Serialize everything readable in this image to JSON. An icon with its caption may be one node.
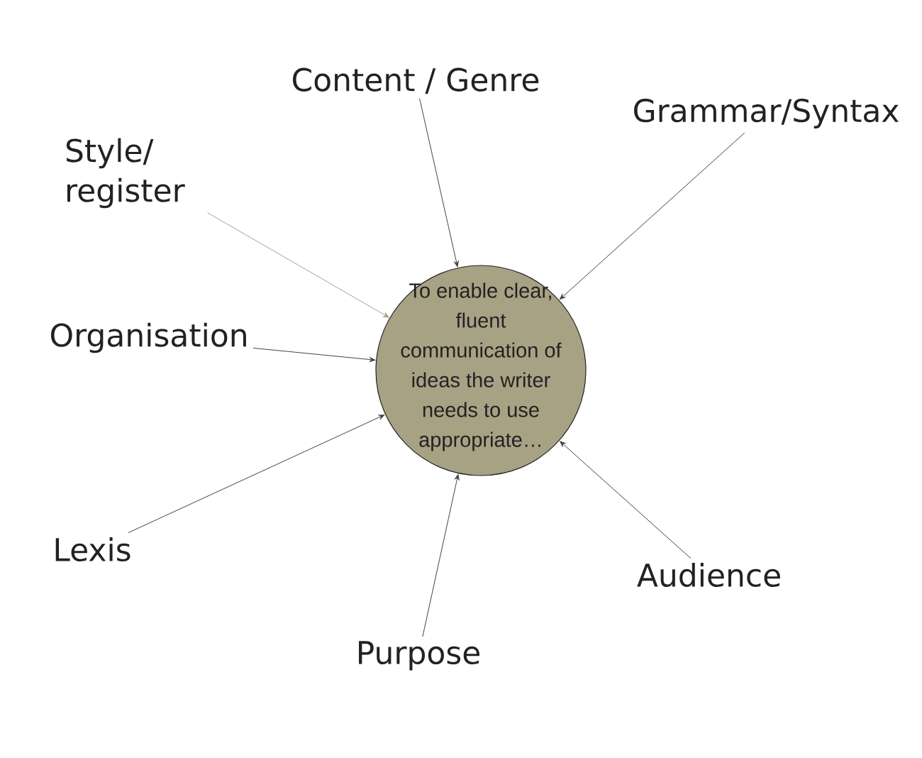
{
  "diagram": {
    "nodes": [
      {
        "text": [
          "To enable clear, fluent communication of ideas the writer needs to use appropriate…"
        ]
      },
      {
        "text": [
          "Content / Genre"
        ]
      },
      {
        "text": [
          "Grammar/Syntax"
        ]
      },
      {
        "text": [
          "Style/ register"
        ]
      },
      {
        "text": [
          "Organisation"
        ]
      },
      {
        "text": [
          "Lexis"
        ]
      },
      {
        "text": [
          "Audience"
        ]
      },
      {
        "text": [
          "Purpose"
        ]
      }
    ],
    "edges": [
      {
        "from": 1,
        "to": 0,
        "arrow": "to"
      },
      {
        "from": 2,
        "to": 0,
        "arrow": "to"
      },
      {
        "from": 3,
        "to": 0,
        "arrow": "to",
        "color": "#a3a38a"
      },
      {
        "from": 4,
        "to": 0,
        "arrow": "to"
      },
      {
        "from": 5,
        "to": 0,
        "arrow": "to"
      },
      {
        "from": 6,
        "to": 0,
        "arrow": "to"
      },
      {
        "from": 7,
        "to": 0,
        "arrow": "to"
      }
    ]
  }
}
